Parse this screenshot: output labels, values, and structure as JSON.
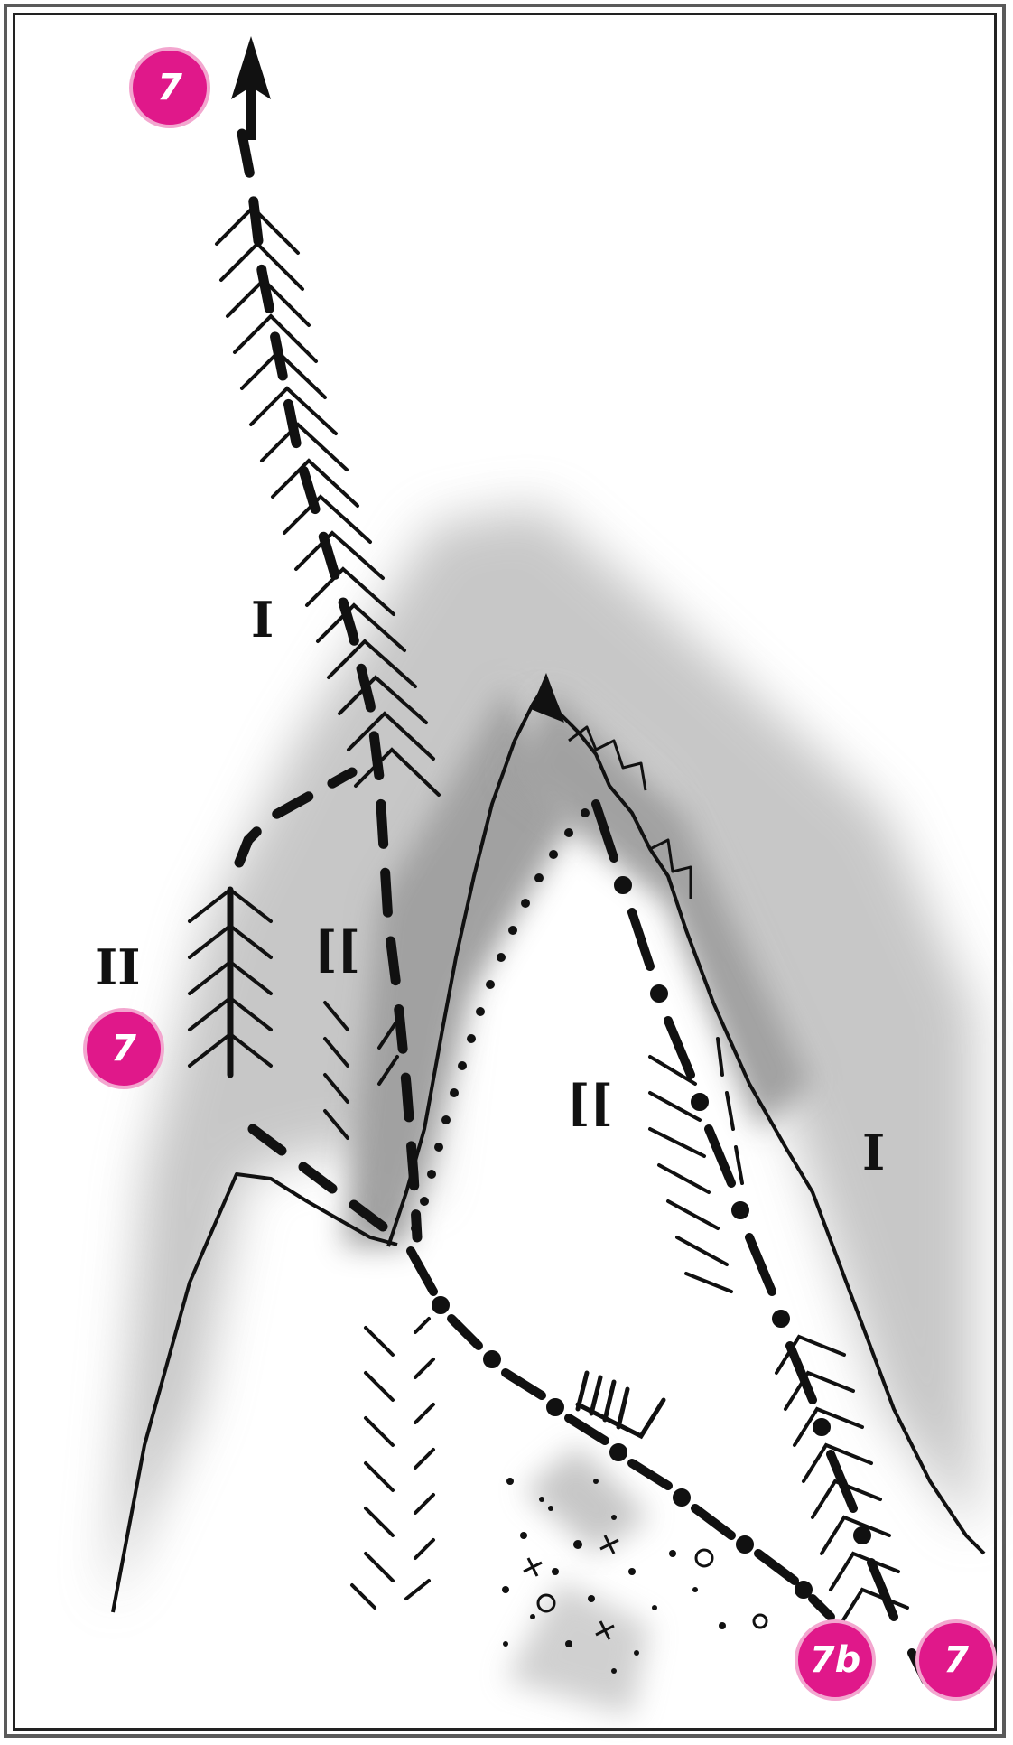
{
  "routes": {
    "top_left": {
      "label": "7"
    },
    "mid_left": {
      "label": "7"
    },
    "bottom_center": {
      "label": "7b"
    },
    "bottom_right": {
      "label": "7"
    }
  },
  "grade_labels": {
    "upper_left": "I",
    "left_edge": "II",
    "couloir": "[[",
    "face": "[[",
    "right_slope": "I"
  },
  "colors": {
    "marker_fill": "#e0188a",
    "marker_ring": "#f3a6cf",
    "ink": "#111111",
    "shading": "#6d6d6d"
  },
  "icons": {
    "chevron_symbol": "chevron-hatch-icon",
    "arrow": "arrow-up-icon",
    "scree": "scree-dots-icon",
    "steps": "comb-steps-icon"
  }
}
